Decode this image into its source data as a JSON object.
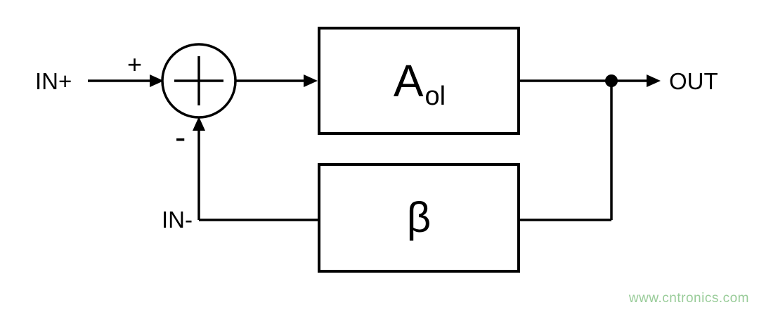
{
  "diagram": {
    "type": "feedback-block-diagram",
    "labels": {
      "input_plus": "IN+",
      "input_minus": "IN-",
      "output": "OUT",
      "plus_sign": "+",
      "minus_sign": "-"
    },
    "blocks": {
      "gain": {
        "main": "A",
        "sub": "ol"
      },
      "feedback": {
        "label": "β"
      }
    },
    "colors": {
      "line": "#000000",
      "background": "#ffffff",
      "watermark": "#99cc99"
    },
    "watermark": {
      "text": "www.cntronics.com"
    }
  }
}
